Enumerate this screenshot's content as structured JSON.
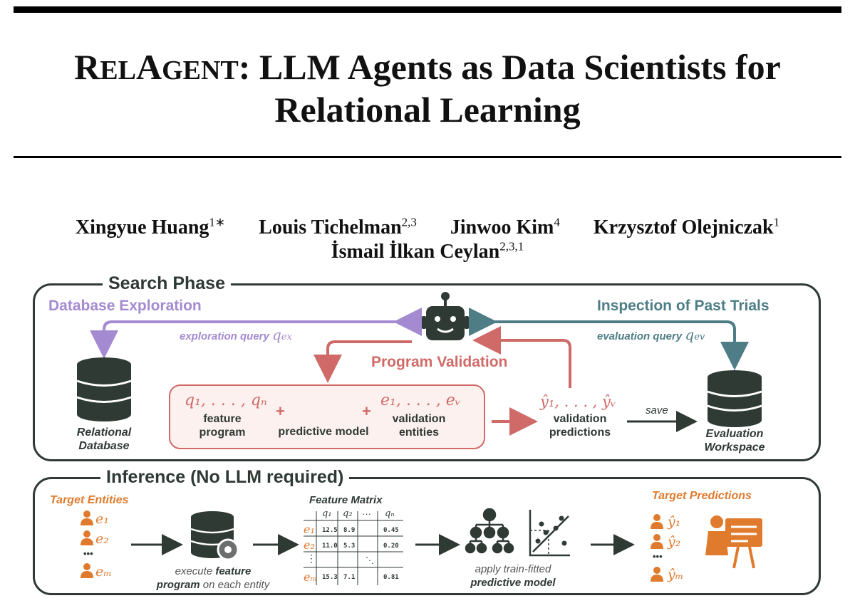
{
  "paper": {
    "title_smallcaps": {
      "R": "R",
      "el": "EL",
      "A": "A",
      "gent": "GENT"
    },
    "title_rest_line1": ": LLM Agents as Data Scientists for",
    "title_line2": "Relational Learning",
    "authors": [
      {
        "name": "Xingyue Huang",
        "aff": "1∗"
      },
      {
        "name": "Louis Tichelman",
        "aff": "2,3"
      },
      {
        "name": "Jinwoo Kim",
        "aff": "4"
      },
      {
        "name": "Krzysztof Olejniczak",
        "aff": "1"
      },
      {
        "name": "İsmail İlkan Ceylan",
        "aff": "2,3,1"
      }
    ]
  },
  "figure": {
    "search_phase": {
      "label": "Search Phase",
      "database_exploration": "Database Exploration",
      "inspection_past_trials": "Inspection of Past Trials",
      "exploration_query": "exploration query",
      "exploration_query_sym": "q",
      "exploration_query_sub": "ex",
      "evaluation_query": "evaluation query",
      "evaluation_query_sym": "q",
      "evaluation_query_sub": "ev",
      "program_validation": "Program Validation",
      "relational_database": "Relational\nDatabase",
      "feature_math": "q₁, . . . , qₙ",
      "feature_label": "feature\nprogram",
      "plus": "+",
      "model_label": "predictive model",
      "entities_math": "e₁, . . . , eᵥ",
      "entities_label": "validation\nentities",
      "predictions_math": "ŷ₁, . . . , ŷᵥ",
      "predictions_label": "validation\npredictions",
      "save": "save",
      "evaluation_workspace": "Evaluation\nWorkspace"
    },
    "inference": {
      "label": "Inference (No LLM required)",
      "target_entities": "Target Entities",
      "entities": [
        "e₁",
        "e₂",
        "•••",
        "eₘ"
      ],
      "execute_1": "execute ",
      "execute_bold": "feature",
      "execute_2_bold": "program",
      "execute_2": " on each entity",
      "feature_matrix": "Feature Matrix",
      "matrix_header": [
        "q₁",
        "q₂",
        "···",
        "qₙ"
      ],
      "matrix_rows": [
        {
          "entity": "e₁",
          "cells": [
            "12.5",
            "8.9",
            "",
            "0.45"
          ]
        },
        {
          "entity": "e₂",
          "cells": [
            "11.0",
            "5.3",
            "",
            "0.20"
          ]
        },
        {
          "entity": "⋮",
          "cells": [
            "",
            "",
            "⋱",
            ""
          ]
        },
        {
          "entity": "eₘ",
          "cells": [
            "15.3",
            "7.1",
            "",
            "0.81"
          ]
        }
      ],
      "apply_1": "apply train-fitted",
      "apply_2": "predictive model",
      "target_predictions": "Target Predictions",
      "predictions": [
        "ŷ₁",
        "ŷ₂",
        "•••",
        "ŷₘ"
      ]
    },
    "colors": {
      "purple": "#a48ad0",
      "teal": "#4e7d86",
      "red": "#d06a68",
      "orange": "#e07b2e",
      "dark": "#2f3a35"
    }
  }
}
